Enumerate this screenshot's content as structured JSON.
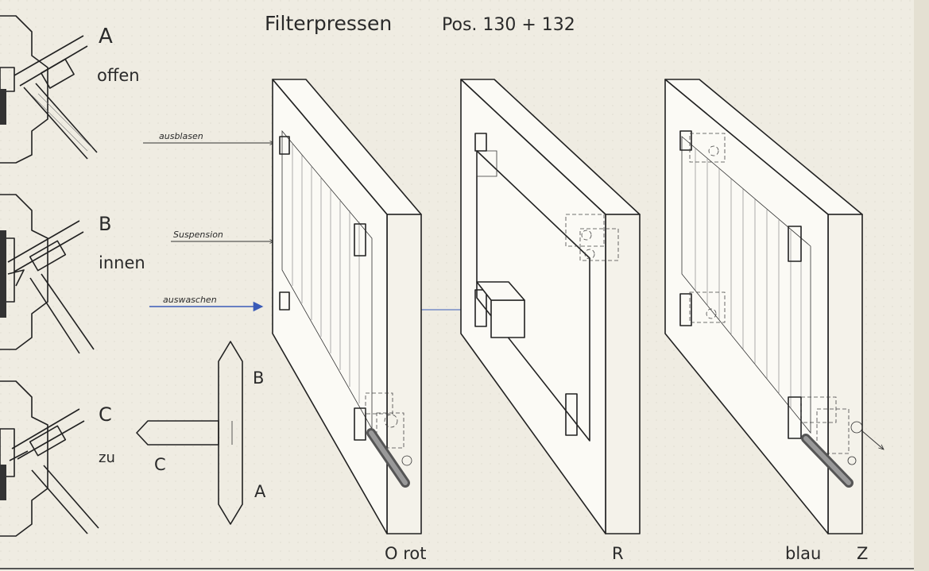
{
  "title": "Filterpressen",
  "position": "Pos. 130 + 132",
  "valve_states": [
    {
      "letter": "A",
      "label": "offen"
    },
    {
      "letter": "B",
      "label": "innen"
    },
    {
      "letter": "C",
      "label": "zu"
    }
  ],
  "handle_labels": {
    "top": "B",
    "left": "C",
    "bottom": "A"
  },
  "port_labels": {
    "top": "ausblasen",
    "middle": "Suspension",
    "bottom": "auswaschen"
  },
  "plate_labels": {
    "plate1": "O rot",
    "plate2": "R",
    "plate3_color": "blau",
    "plate3_letter": "Z"
  },
  "colors": {
    "paper": "#efece2",
    "ink": "#222222",
    "wash_arrow": "#3a5bb8"
  }
}
